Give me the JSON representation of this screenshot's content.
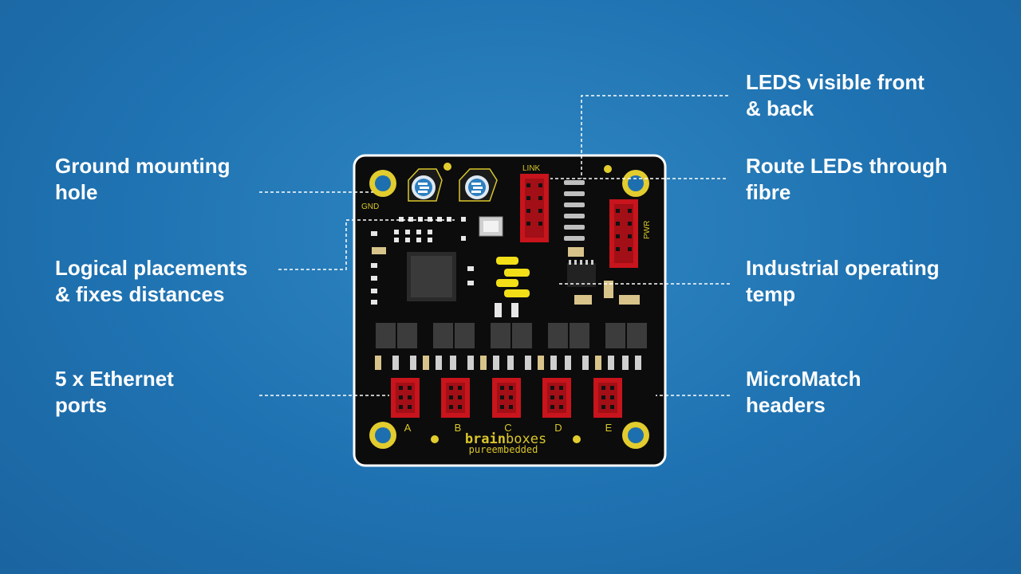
{
  "callouts": {
    "ground_mounting": {
      "line1": "Ground mounting",
      "line2": "hole"
    },
    "logical_placements": {
      "line1": "Logical placements",
      "line2": "& fixes distances"
    },
    "ethernet_ports": {
      "line1": "5 x  Ethernet",
      "line2": "ports"
    },
    "leds_visible": {
      "line1": "LEDS visible front",
      "line2": "& back"
    },
    "route_leds": {
      "line1": "Route LEDs through",
      "line2": "fibre"
    },
    "industrial_temp": {
      "line1": "Industrial operating",
      "line2": "temp"
    },
    "micromatch": {
      "line1": "MicroMatch",
      "line2": "headers"
    }
  },
  "board": {
    "silkscreen_link": "LINK",
    "silkscreen_gnd": "GND",
    "silkscreen_pwr": "PWR",
    "port_letters": [
      "A",
      "B",
      "C",
      "D",
      "E"
    ],
    "brand_word1": "brain",
    "brand_word2": "boxes",
    "tagline_word1": "pure",
    "tagline_word2": "embedded"
  },
  "colors": {
    "background": "#1f72b1",
    "board": "#0c0c0c",
    "silkscreen": "#d9c62a",
    "header_red": "#c8141c",
    "leader_line": "#ffffff",
    "mounting_ring": "#e2cc2e",
    "mounting_hole": "#1e6fb0"
  }
}
